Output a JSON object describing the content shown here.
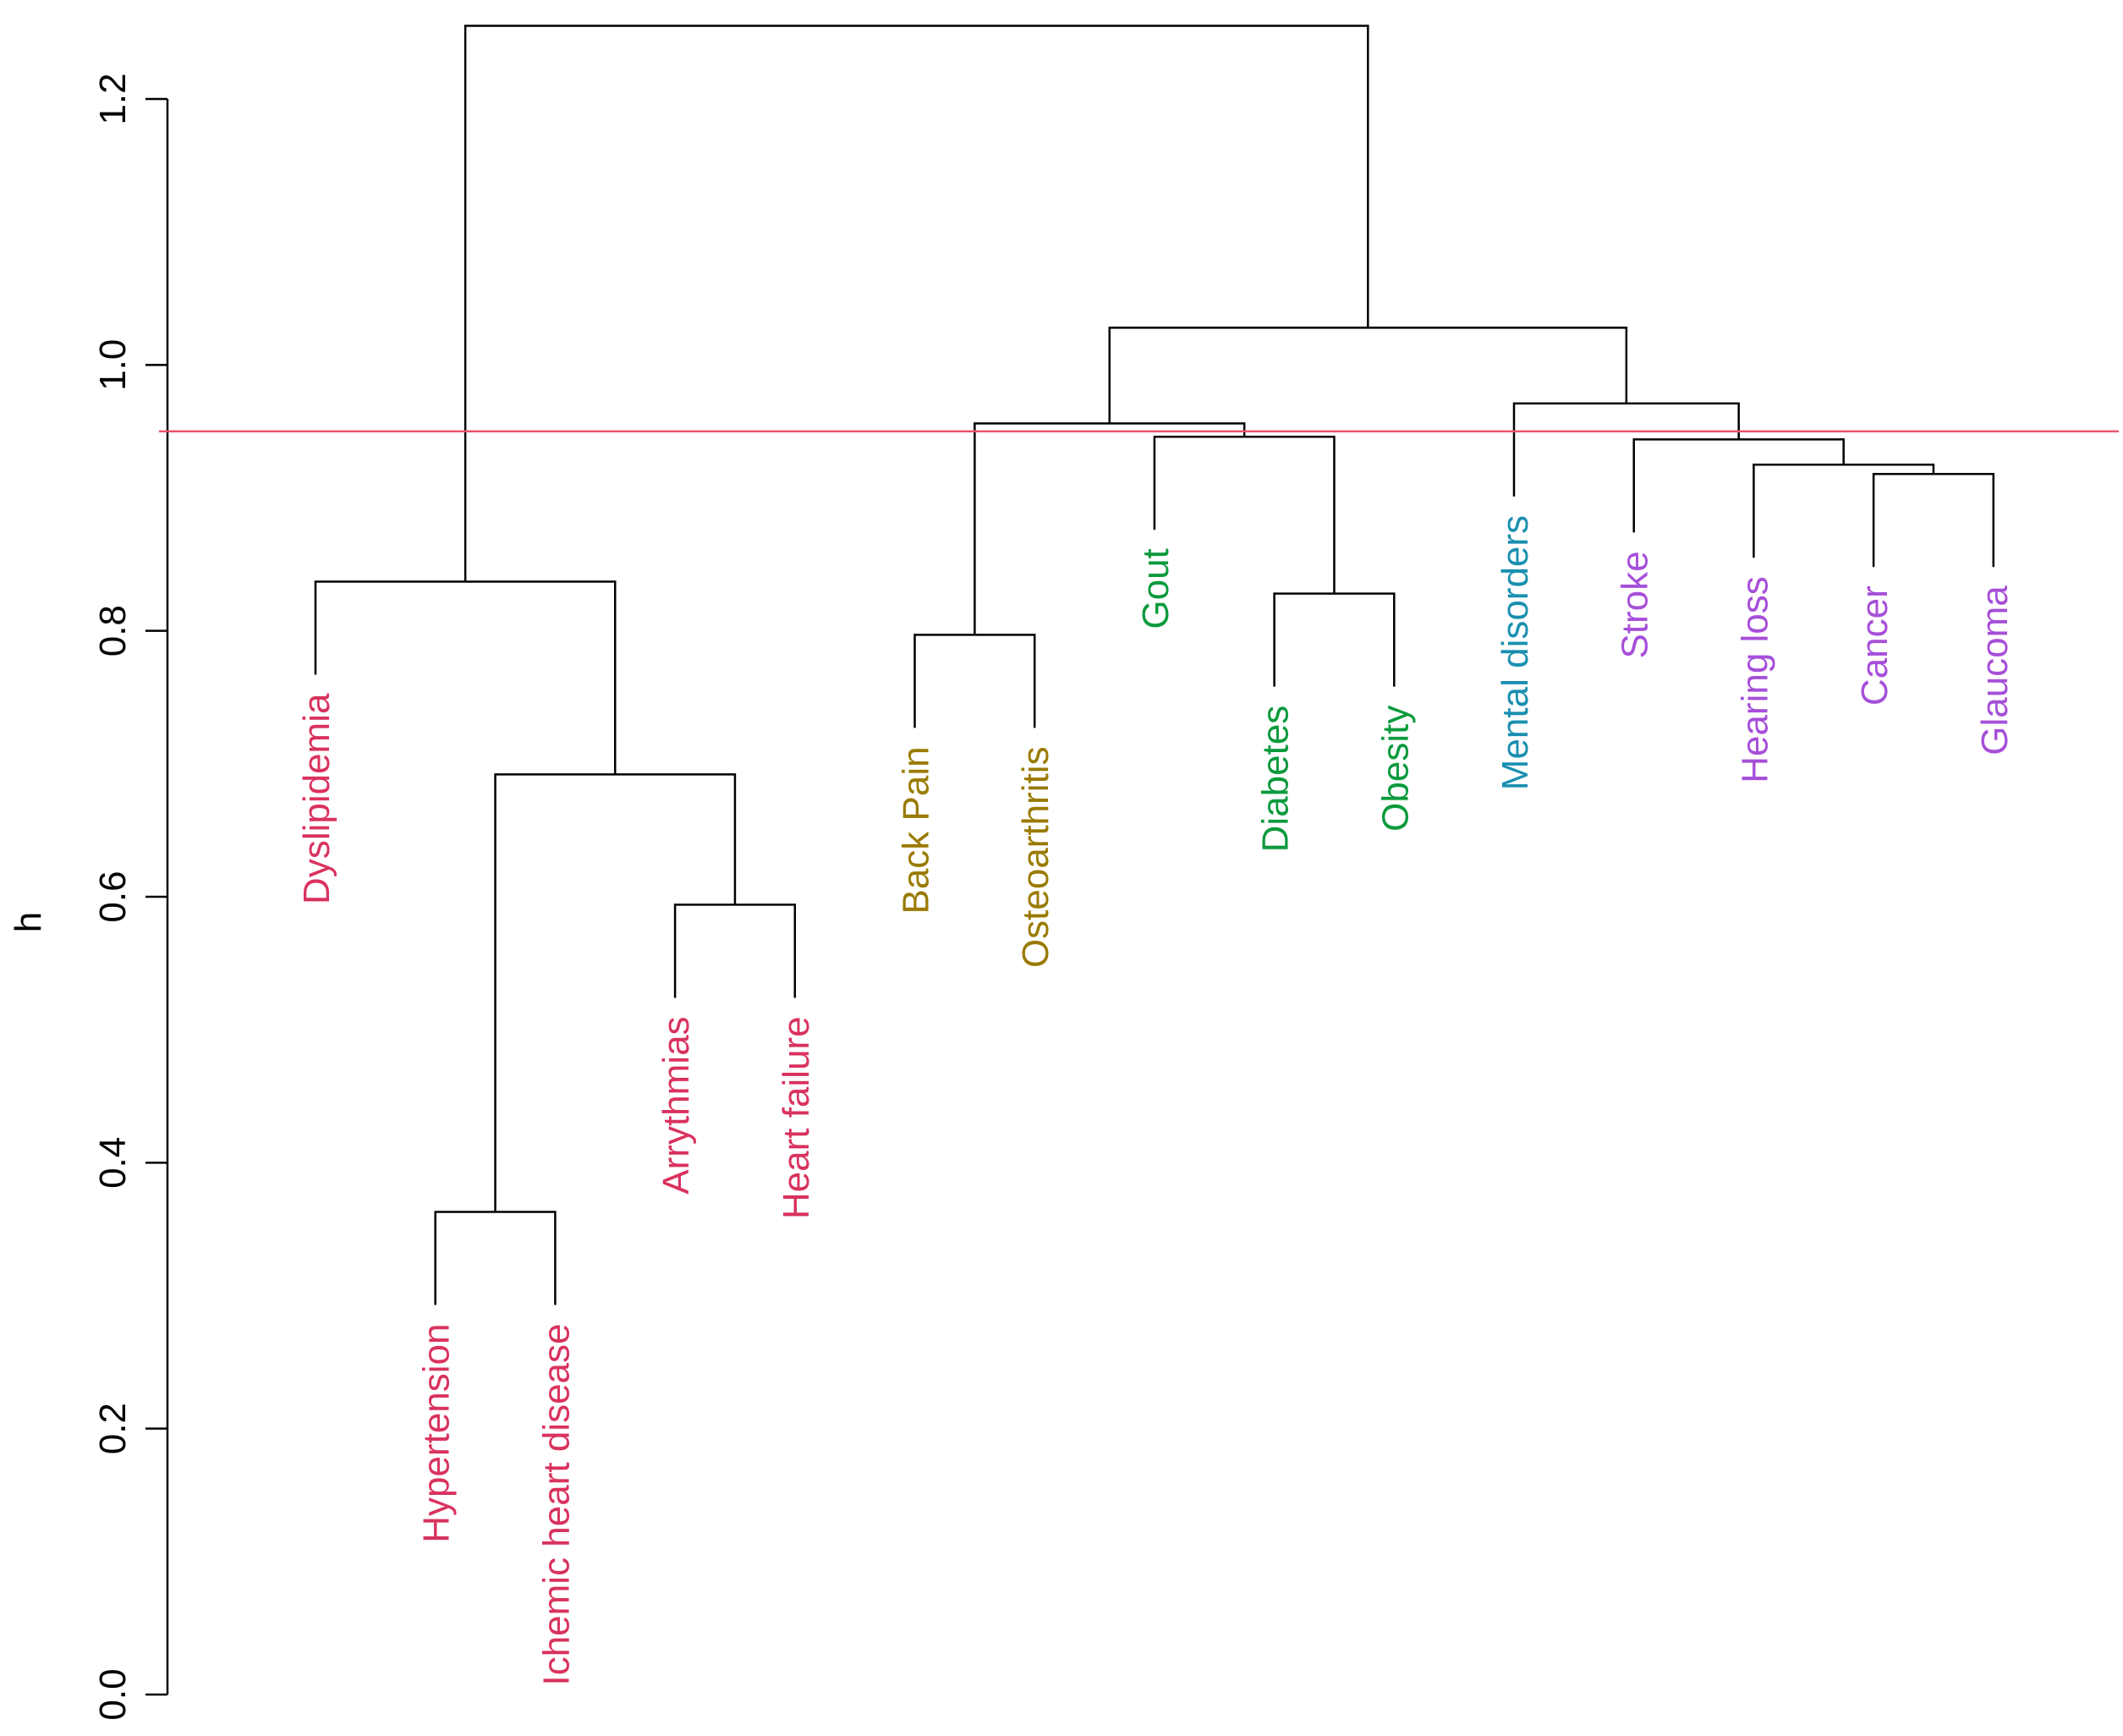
{
  "chart_data": {
    "type": "dendrogram",
    "ylabel": "h",
    "ylim": [
      0,
      1.2
    ],
    "yticks": [
      "0.0",
      "0.2",
      "0.4",
      "0.6",
      "0.8",
      "1.0",
      "1.2"
    ],
    "cut_height": 0.95,
    "cut_color": "#e8546b",
    "leaves": [
      {
        "label": "Dyslipidemia",
        "color": "#d9325e"
      },
      {
        "label": "Hypertension",
        "color": "#d9325e"
      },
      {
        "label": "Ichemic heart disease",
        "color": "#d9325e"
      },
      {
        "label": "Arrythmias",
        "color": "#d9325e"
      },
      {
        "label": "Heart failure",
        "color": "#d9325e"
      },
      {
        "label": "Back Pain",
        "color": "#9a7a00"
      },
      {
        "label": "Osteoarthritis",
        "color": "#9a7a00"
      },
      {
        "label": "Gout",
        "color": "#0b9a3c"
      },
      {
        "label": "Diabetes",
        "color": "#0b9a3c"
      },
      {
        "label": "Obesity",
        "color": "#0b9a3c"
      },
      {
        "label": "Mental disorders",
        "color": "#1a8fb0"
      },
      {
        "label": "Stroke",
        "color": "#a64fd9"
      },
      {
        "label": "Hearing loss",
        "color": "#a64fd9"
      },
      {
        "label": "Cancer",
        "color": "#a64fd9"
      },
      {
        "label": "Glaucoma",
        "color": "#a64fd9"
      }
    ],
    "merges": [
      {
        "left": 1,
        "right": 2,
        "height": 0.363
      },
      {
        "left": 3,
        "right": 4,
        "height": 0.594
      },
      {
        "left": -1,
        "right": -2,
        "height": 0.692
      },
      {
        "left": 0,
        "right": -3,
        "height": 0.837
      },
      {
        "left": 5,
        "right": 6,
        "height": 0.797
      },
      {
        "left": 8,
        "right": 9,
        "height": 0.828
      },
      {
        "left": 7,
        "right": -6,
        "height": 0.946
      },
      {
        "left": -5,
        "right": -7,
        "height": 0.956
      },
      {
        "left": 13,
        "right": 14,
        "height": 0.918
      },
      {
        "left": 12,
        "right": -9,
        "height": 0.925
      },
      {
        "left": 11,
        "right": -10,
        "height": 0.944
      },
      {
        "left": 10,
        "right": -11,
        "height": 0.971
      },
      {
        "left": -8,
        "right": -12,
        "height": 1.028
      },
      {
        "left": -4,
        "right": -13,
        "height": 1.255
      }
    ]
  }
}
